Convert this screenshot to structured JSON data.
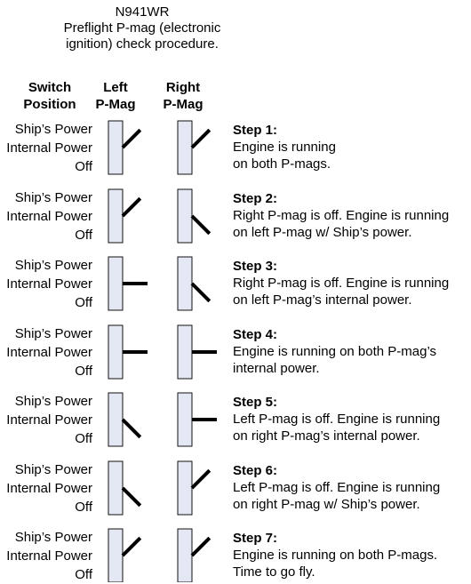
{
  "title": {
    "line1": "N941WR",
    "line2": "Preflight P-mag (electronic",
    "line3": "ignition) check procedure."
  },
  "headers": {
    "switch": [
      "Switch",
      "Position"
    ],
    "left": [
      "Left",
      "P-Mag"
    ],
    "right": [
      "Right",
      "P-Mag"
    ]
  },
  "position_labels": [
    "Ship’s Power",
    "Internal Power",
    "Off"
  ],
  "steps": [
    {
      "heading": "Step 1:",
      "lines": [
        "Engine is running",
        "on both P-mags."
      ],
      "left": "ships_power",
      "right": "ships_power"
    },
    {
      "heading": "Step 2:",
      "lines": [
        "Right P-mag is off.  Engine is running",
        "on left P-mag w/ Ship’s power."
      ],
      "left": "ships_power",
      "right": "off"
    },
    {
      "heading": "Step 3:",
      "lines": [
        "Right P-mag is off.  Engine is running",
        "on left P-mag’s internal power."
      ],
      "left": "internal_power",
      "right": "off"
    },
    {
      "heading": "Step 4:",
      "lines": [
        "Engine is running on both P-mag’s",
        "internal power."
      ],
      "left": "internal_power",
      "right": "internal_power"
    },
    {
      "heading": "Step 5:",
      "lines": [
        "Left P-mag is off.  Engine is running",
        "on right P-mag’s internal power."
      ],
      "left": "off",
      "right": "internal_power"
    },
    {
      "heading": "Step 6:",
      "lines": [
        "Left P-mag is off.  Engine is running",
        "on right P-mag w/ Ship’s power."
      ],
      "left": "off",
      "right": "ships_power"
    },
    {
      "heading": "Step 7:",
      "lines": [
        "Engine is running on both P-mags.",
        "Time to go fly."
      ],
      "left": "ships_power",
      "right": "ships_power"
    }
  ],
  "colors": {
    "switch_fill": "#e3e8f4",
    "switch_border": "#111111",
    "lever": "#000000"
  }
}
